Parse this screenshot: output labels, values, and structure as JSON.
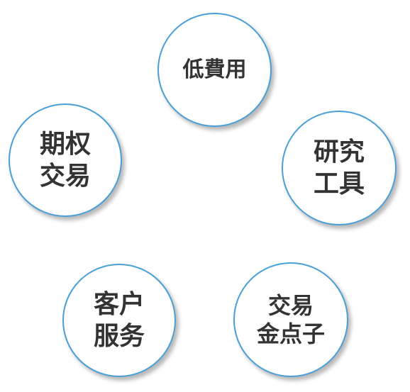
{
  "bubbles": {
    "low_fee": {
      "lines": [
        "低費用"
      ]
    },
    "research_tools": {
      "lines": [
        "研究",
        "工具"
      ]
    },
    "options_trading": {
      "lines": [
        "期权",
        "交易"
      ]
    },
    "customer_service": {
      "lines": [
        "客户",
        "服务"
      ]
    },
    "trading_tips": {
      "lines": [
        "交易",
        "金点子"
      ]
    }
  },
  "colors": {
    "circle_border": "#4a9fd8",
    "text": "#333333",
    "background": "#ffffff"
  }
}
